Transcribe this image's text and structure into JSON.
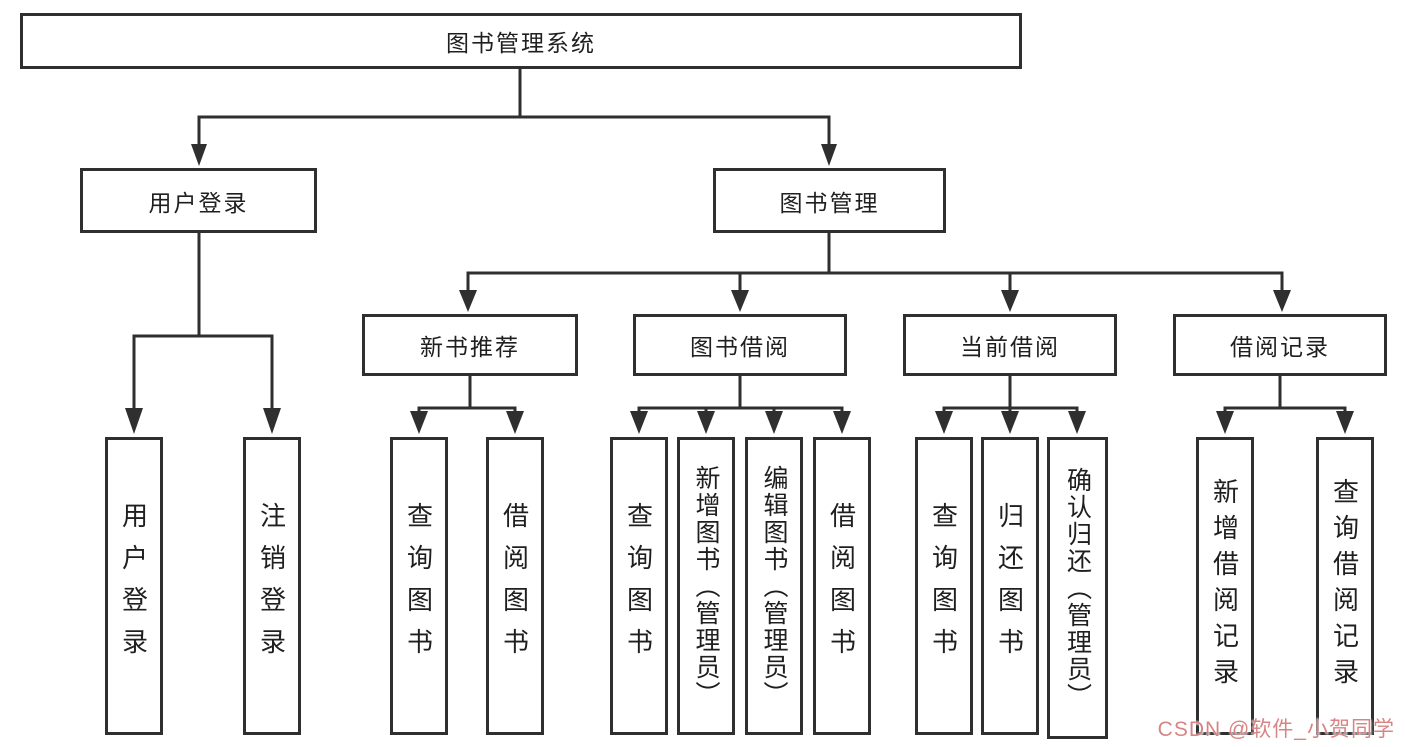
{
  "colors": {
    "line": "#2f2f2f",
    "box_border": "#2f2f2f",
    "background": "#ffffff",
    "text": "#1f1f1f",
    "watermark": "#d67d7d"
  },
  "watermark": {
    "text": "CSDN @软件_小贺同学"
  },
  "tree": {
    "root": "图书管理系统",
    "branches": [
      {
        "label": "用户登录",
        "leaves": [
          "用户登录",
          "注销登录"
        ]
      },
      {
        "label": "图书管理",
        "sections": [
          {
            "label": "新书推荐",
            "leaves": [
              "查询图书",
              "借阅图书"
            ]
          },
          {
            "label": "图书借阅",
            "leaves": [
              "查询图书",
              "新增图书（管理员）",
              "编辑图书（管理员）",
              "借阅图书"
            ]
          },
          {
            "label": "当前借阅",
            "leaves": [
              "查询图书",
              "归还图书",
              "确认归还（管理员）"
            ]
          },
          {
            "label": "借阅记录",
            "leaves": [
              "新增借阅记录",
              "查询借阅记录"
            ]
          }
        ]
      }
    ]
  }
}
